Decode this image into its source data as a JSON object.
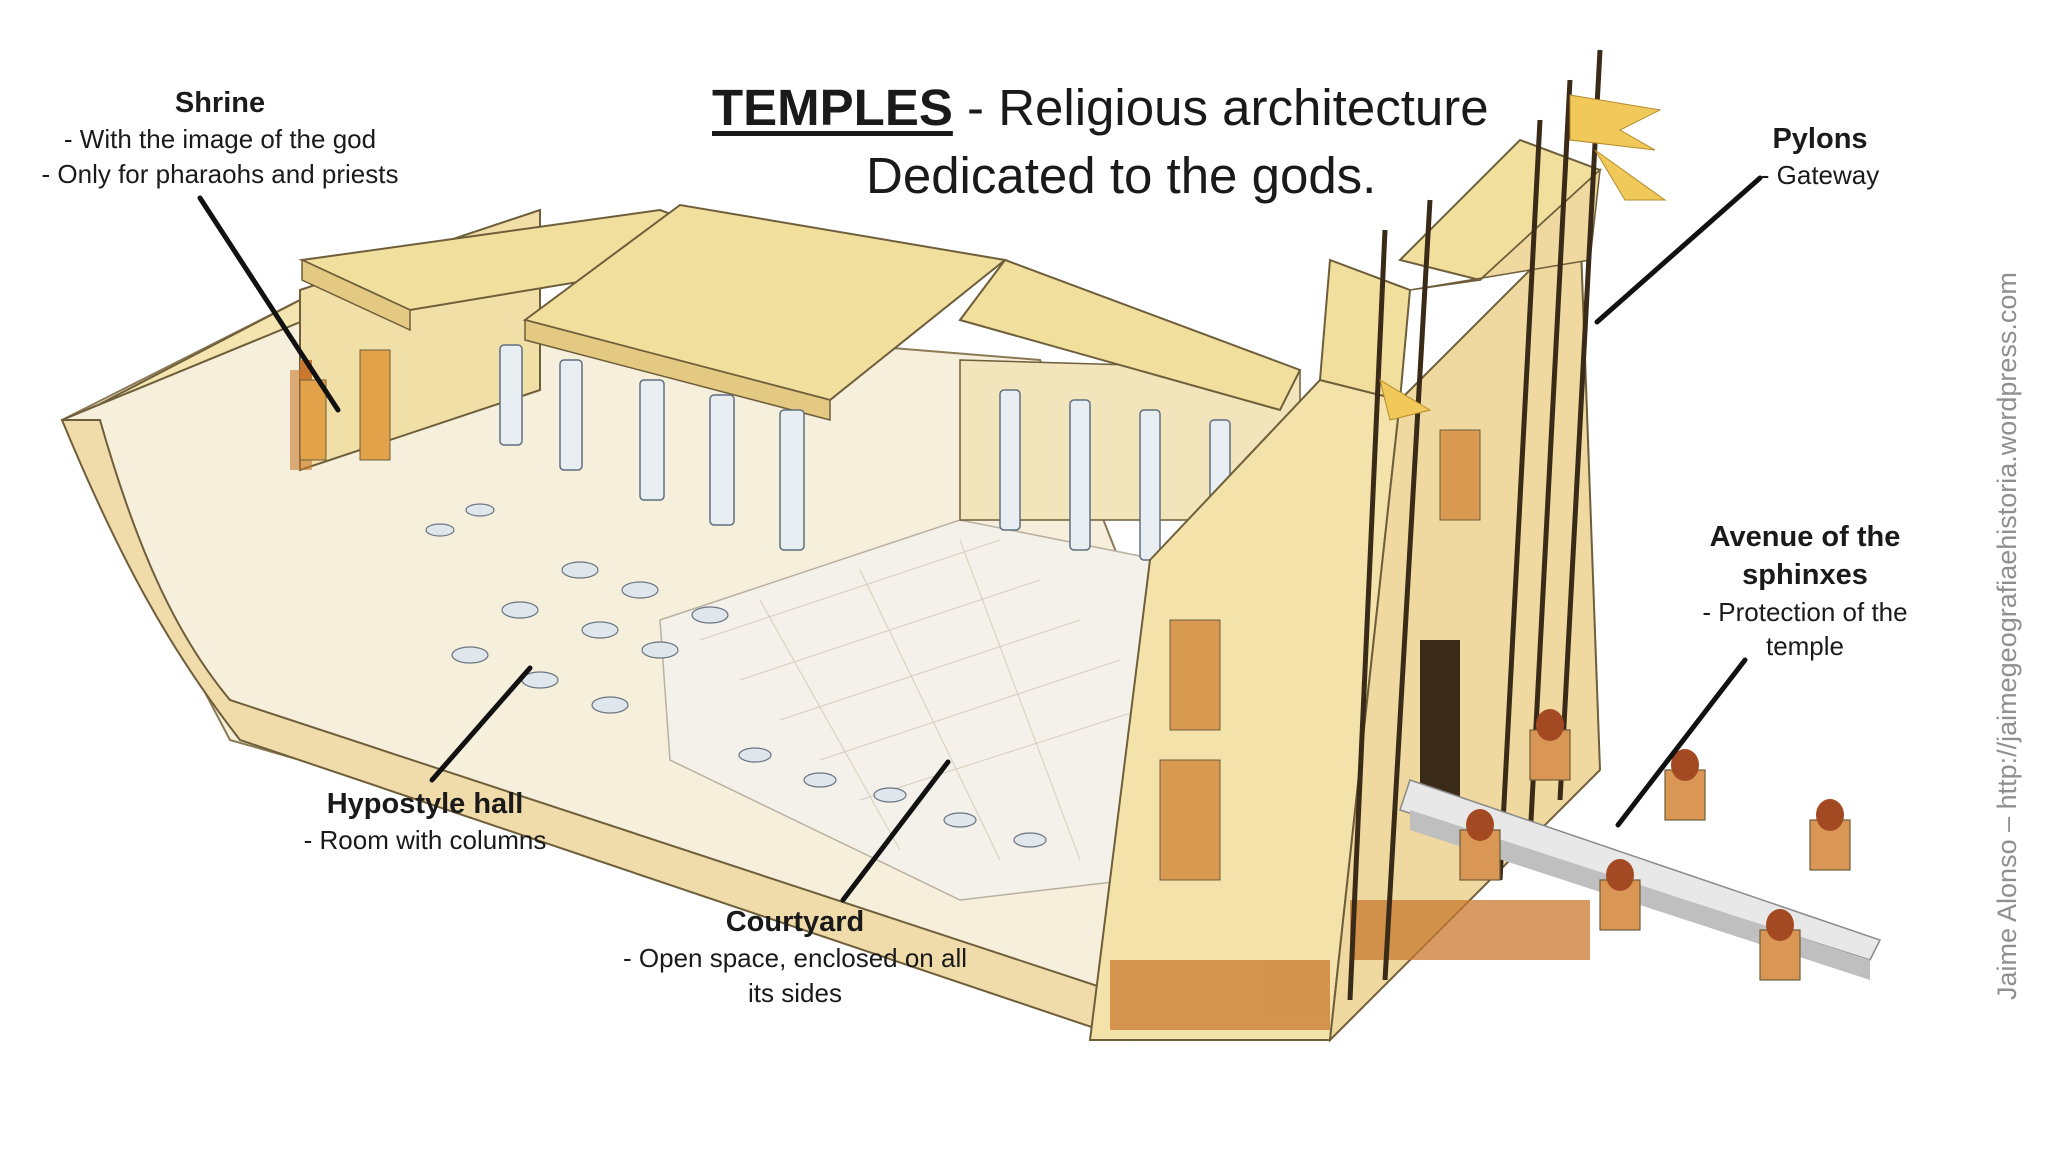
{
  "title": {
    "main": "TEMPLES",
    "dash": " - ",
    "line1_rest": "Religious architecture",
    "line2": "Dedicated to the gods."
  },
  "labels": {
    "shrine": {
      "head": "Shrine",
      "lines": [
        "- With the image of the god",
        "- Only for pharaohs and priests"
      ]
    },
    "pylons": {
      "head": "Pylons",
      "lines": [
        "- Gateway"
      ]
    },
    "avenue": {
      "head_lines": [
        "Avenue of the",
        "sphinxes"
      ],
      "lines": [
        "- Protection of the",
        "temple"
      ]
    },
    "hypostyle": {
      "head": "Hypostyle hall",
      "lines": [
        "- Room with columns"
      ]
    },
    "courtyard": {
      "head": "Courtyard",
      "lines": [
        "- Open space, enclosed on all",
        "its sides"
      ]
    }
  },
  "credit": "Jaime Alonso – http://jaimegeografiaehistoria.wordpress.com",
  "colors": {
    "wall": "#f3e4b0",
    "roof": "#f1df9e",
    "floor": "#f4f0e4",
    "ochre": "#c9792f",
    "line": "#111111"
  }
}
